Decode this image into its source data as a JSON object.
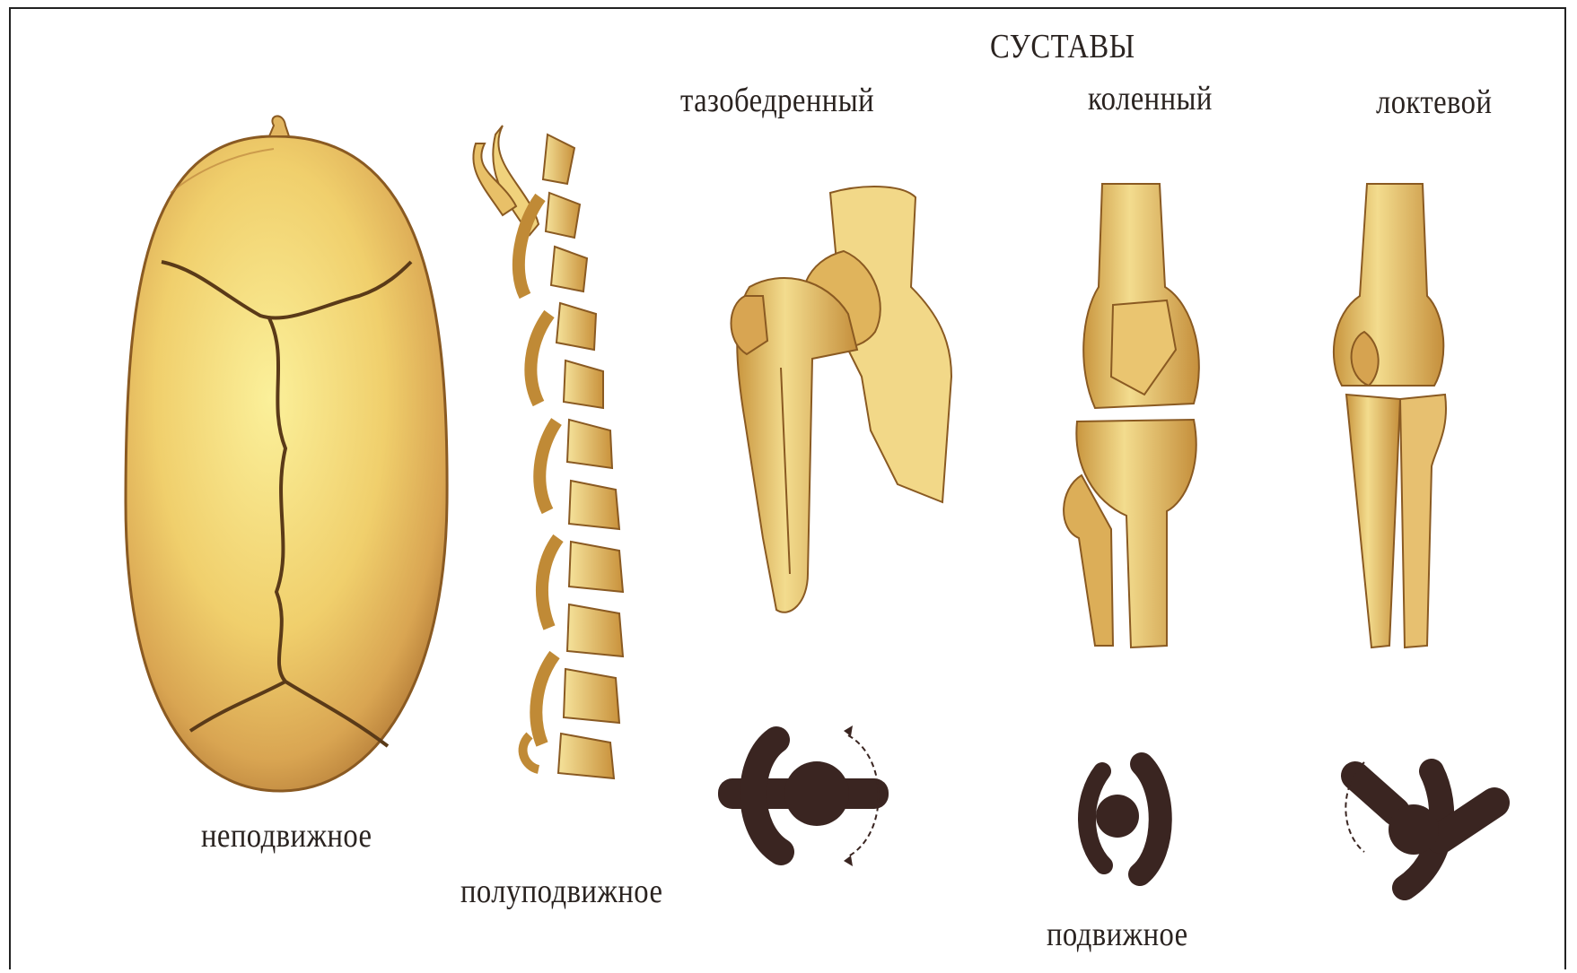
{
  "title": "СУСТАВЫ",
  "joints": {
    "hip": "тазобедренный",
    "knee": "коленный",
    "elbow": "локтевой"
  },
  "types": {
    "immovable": "неподвижное",
    "semi_movable": "полуподвижное",
    "movable": "подвижное"
  },
  "colors": {
    "bone_light": "#f6df86",
    "bone_mid": "#dfb25a",
    "bone_dark": "#a87a2c",
    "suture": "#5a3a18",
    "symbol": "#3a2521"
  }
}
